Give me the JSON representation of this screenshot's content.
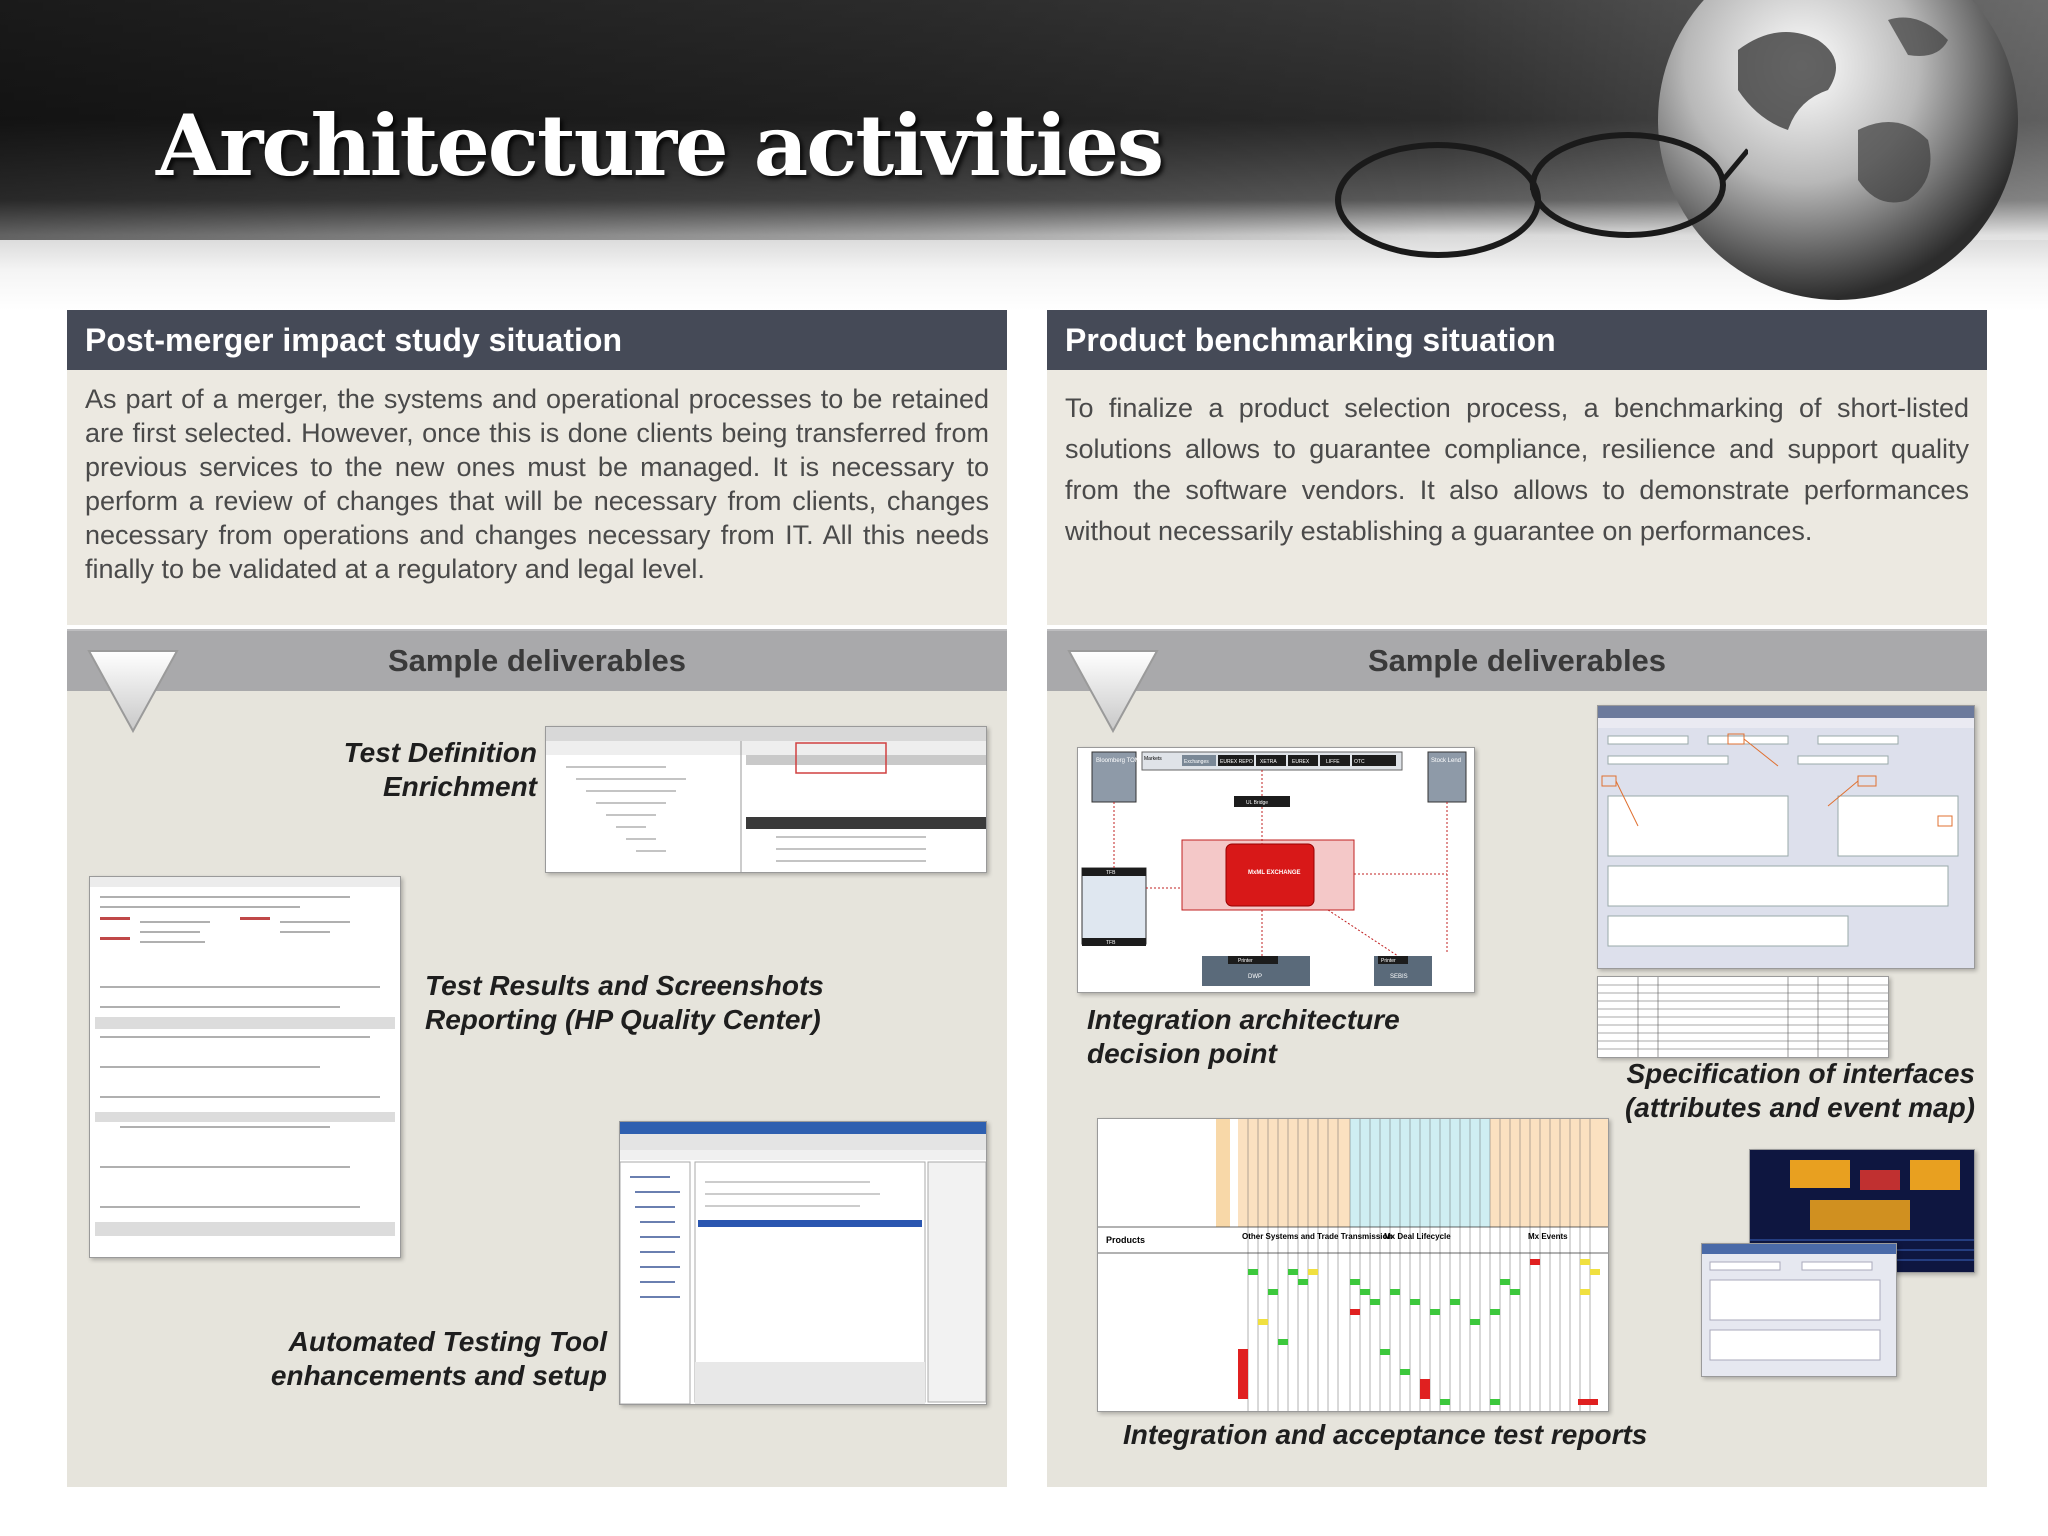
{
  "title": "Architecture activities",
  "left": {
    "heading": "Post-merger impact study situation",
    "body": "As part of a merger, the systems and operational processes to be retained are first selected.  However, once this is done clients being transferred from previous services to the new ones must be managed. It is necessary to perform a review of changes that will be necessary from clients, changes necessary from operations and changes necessary from IT. All this needs finally to be validated at a regulatory and legal level.",
    "deliverables_label": "Sample deliverables",
    "captions": {
      "test_definition_line1": "Test Definition",
      "test_definition_line2": "Enrichment",
      "test_results_line1": "Test Results and Screenshots",
      "test_results_line2": "Reporting (HP Quality Center)",
      "automated_line1": "Automated Testing Tool",
      "automated_line2": "enhancements and  setup"
    }
  },
  "right": {
    "heading": "Product benchmarking situation",
    "body": "To finalize a product selection process, a benchmarking of short-listed solutions allows to guarantee compliance, resilience and support quality from the software vendors. It also allows to demonstrate performances without necessarily establishing a guarantee on performances.",
    "deliverables_label": "Sample deliverables",
    "captions": {
      "integration_line1": "Integration architecture",
      "integration_line2": "decision point",
      "spec_line1": "Specification of interfaces",
      "spec_line2": "(attributes and event map)",
      "acceptance": "Integration and acceptance test  reports"
    },
    "diagram": {
      "source_left": "Bloomberg TOMS",
      "markets": "Markets",
      "exchanges": [
        "Exchanges",
        "EUREX REPO",
        "XETRA",
        "EUREX",
        "LIFFE",
        "OTC"
      ],
      "source_right": "Stock Lend",
      "bridge": "UL Bridge",
      "core": "MxML EXCHANGE",
      "tfb_top": "TFB",
      "tfb_bottom": "TFB",
      "printer1": "Printer",
      "printer2": "Printer",
      "dwp": "DWP",
      "sebis": "SEBIS"
    },
    "matrix": {
      "products_label": "Products",
      "group1": "Other Systems and Trade Transmission",
      "group2": "Mx Deal Lifecycle",
      "group3": "Mx Events"
    }
  },
  "colors": {
    "panel_head": "#454a57",
    "panel_body": "#ece9e1",
    "deliverables_bar": "#a9a9ab",
    "deliverables_area": "#e6e4dc"
  }
}
